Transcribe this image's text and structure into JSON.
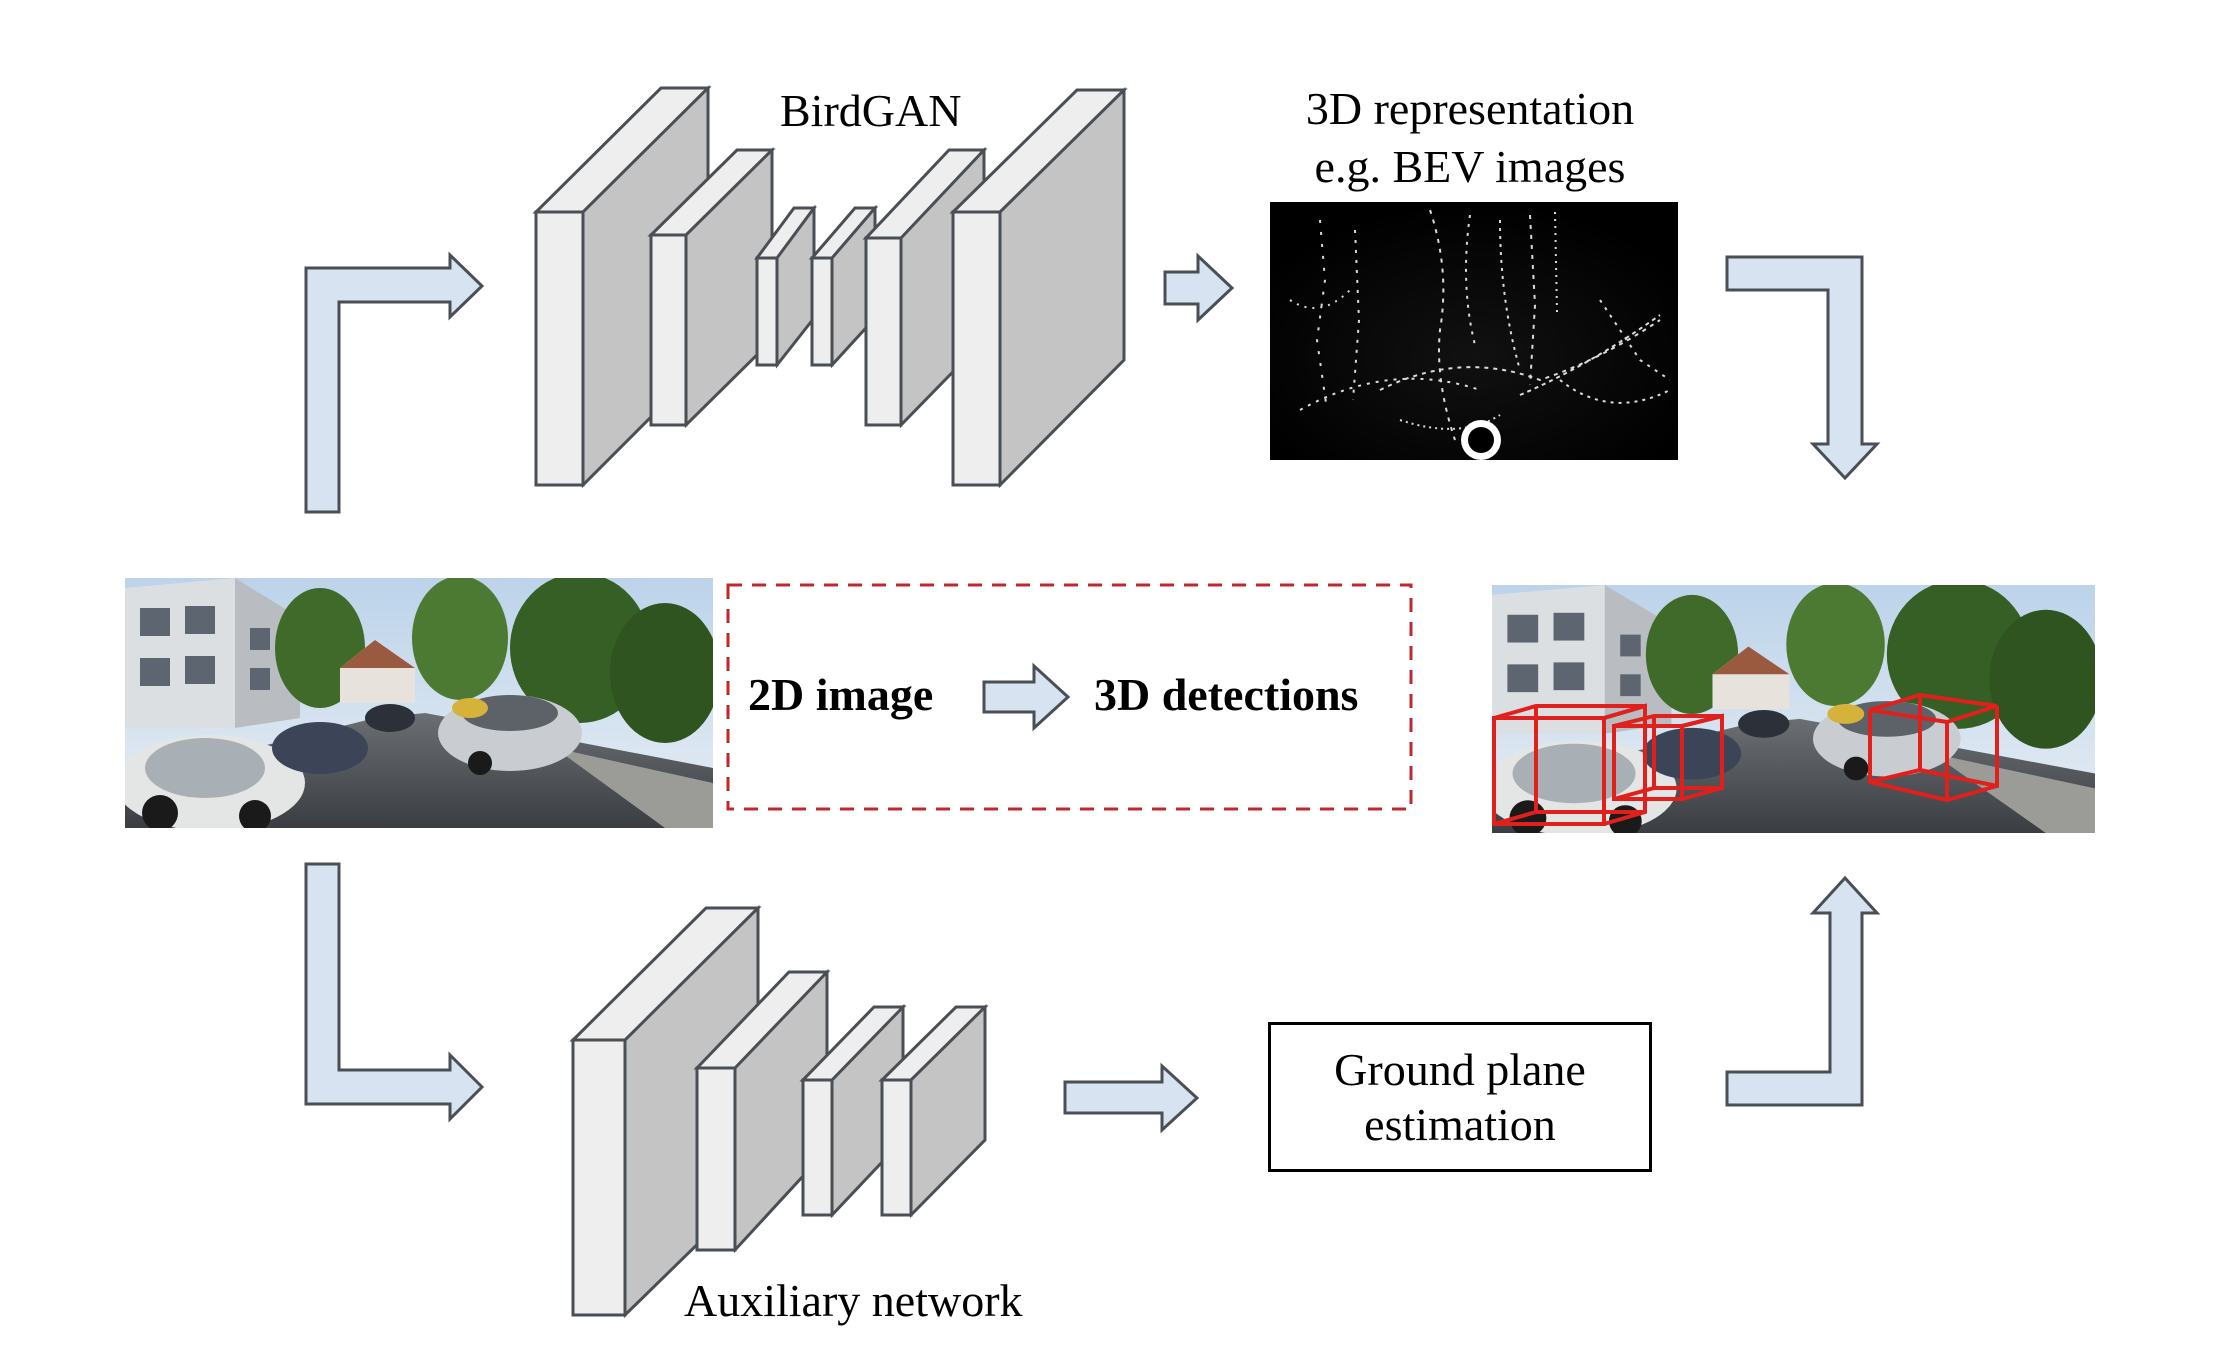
{
  "birdgan_label": "BirdGAN",
  "bev_label_line1": "3D representation",
  "bev_label_line2": "e.g. BEV images",
  "legend": {
    "from": "2D image",
    "to": "3D detections"
  },
  "ground_plane_line1": "Ground plane",
  "ground_plane_line2": "estimation",
  "auxiliary_label": "Auxiliary network",
  "colors": {
    "arrow_fill": "#d7e3f0",
    "arrow_stroke": "#4a4f55",
    "block_front": "#eeeeee",
    "block_side": "#c4c4c4",
    "dashed_box": "#c0282b",
    "detection_box": "#e0201c",
    "bev_background": "#000000"
  },
  "icons": {
    "input_image": "street-scene-photo",
    "output_image": "street-scene-with-3d-boxes",
    "bev_image": "birds-eye-view-lidar"
  }
}
